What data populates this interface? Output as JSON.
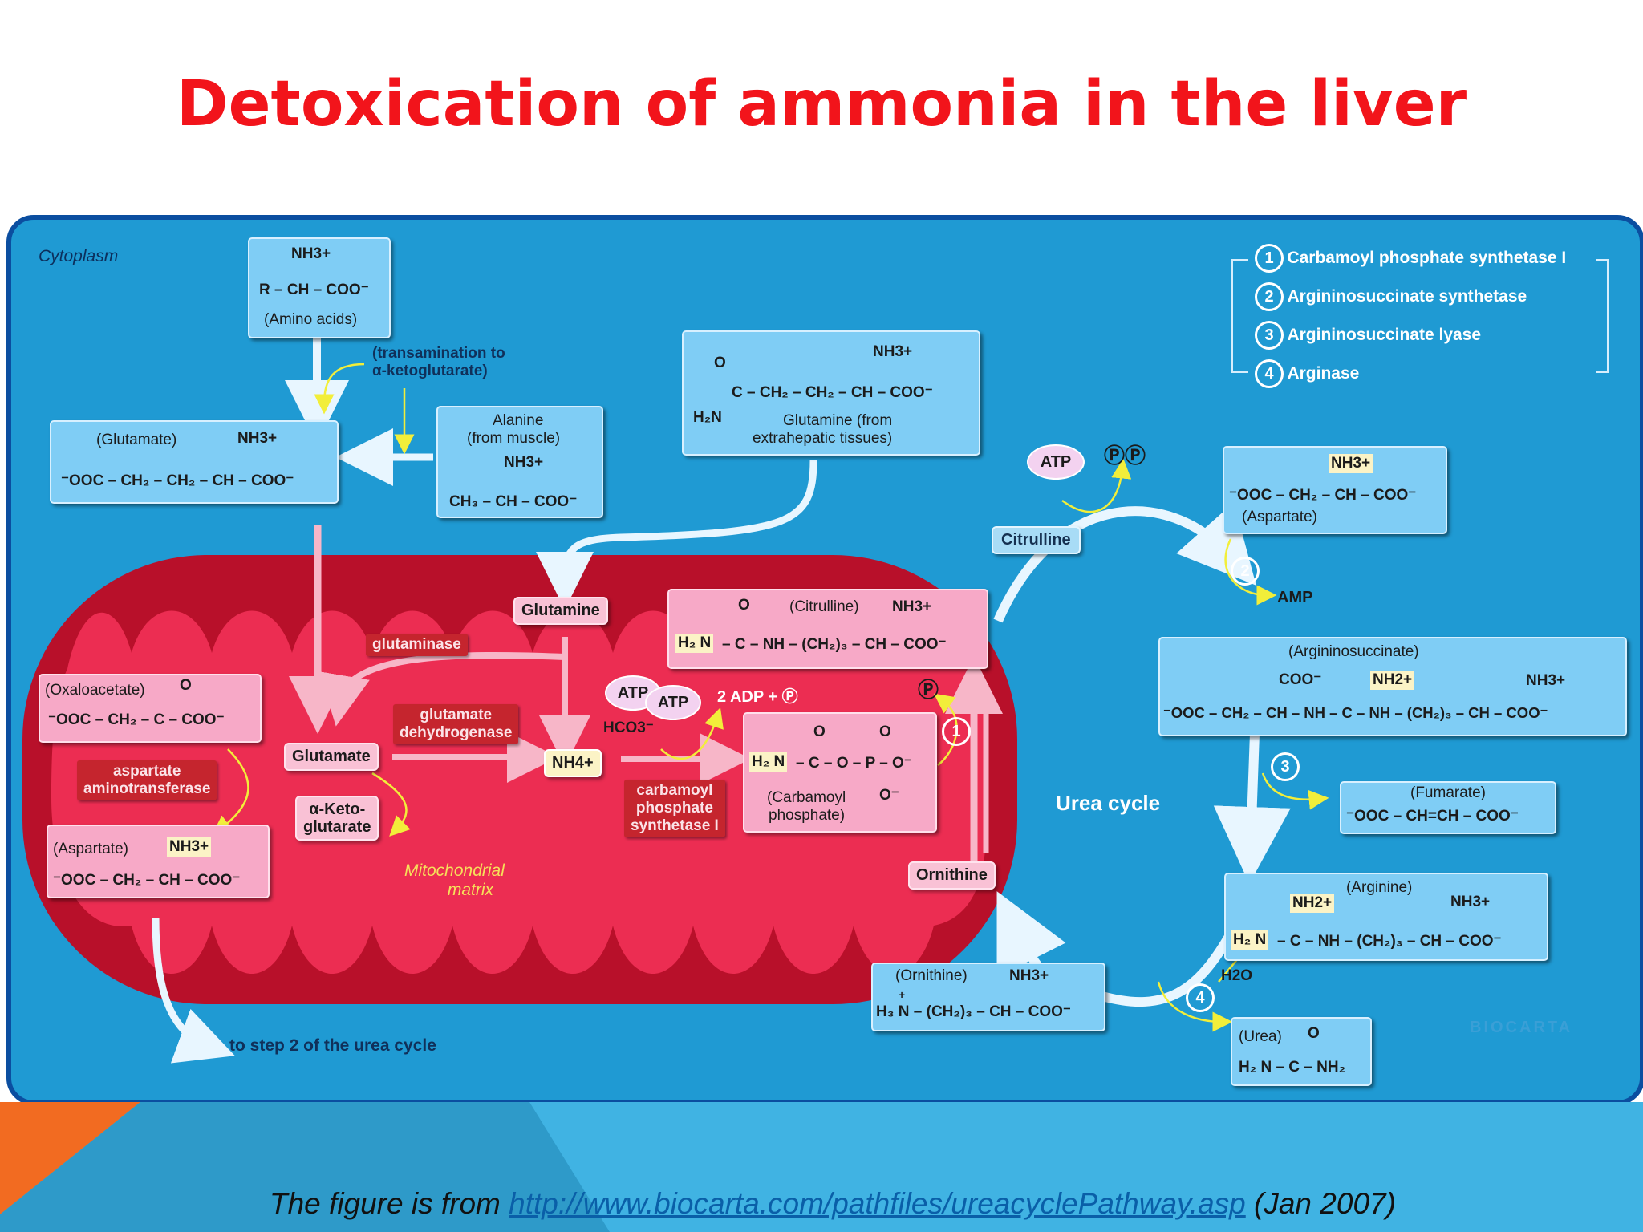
{
  "title": "Detoxication of ammonia in the liver",
  "colors": {
    "title": "#f2141b",
    "cytoplasm": "#1f9ad3",
    "mitochondrion": "#e8234a",
    "border": "#0b4ea0",
    "orange_accent": "#f26b21"
  },
  "diagram": {
    "cytoplasm_label": "Cytoplasm",
    "matrix_label_1": "Mitochondrial",
    "matrix_label_2": "matrix",
    "urea_cycle_label": "Urea cycle",
    "transamination_note_1": "(transamination to",
    "transamination_note_2": "α-ketoglutarate)",
    "to_step2": "to step 2 of the urea cycle",
    "watermark": "BIOCARTA",
    "legend": [
      {
        "num": "1",
        "name": "Carbamoyl phosphate synthetase I"
      },
      {
        "num": "2",
        "name": "Argininosuccinate synthetase"
      },
      {
        "num": "3",
        "name": "Argininosuccinate lyase"
      },
      {
        "num": "4",
        "name": "Arginase"
      }
    ],
    "amino_acids": {
      "nh3": "NH3+",
      "formula": "R – CH – COO⁻",
      "name": "(Amino acids)"
    },
    "glutamate_box": {
      "name": "(Glutamate)",
      "nh3": "NH3+",
      "formula": "⁻OOC – CH₂ – CH₂ – CH – COO⁻"
    },
    "alanine": {
      "name1": "Alanine",
      "name2": "(from muscle)",
      "nh3": "NH3+",
      "formula": "CH₃ – CH – COO⁻"
    },
    "glutamine_box": {
      "o": "O",
      "nh3": "NH3+",
      "formula": "C – CH₂ – CH₂ – CH – COO⁻",
      "h2n": "H₂N",
      "name1": "Glutamine (from",
      "name2": "extrahepatic tissues)"
    },
    "citrulline_box": {
      "o": "O",
      "name": "(Citrulline)",
      "nh3": "NH3+",
      "h2n": "H₂ N",
      "formula": "– C – NH – (CH₂)₃ – CH – COO⁻"
    },
    "oxaloacetate": {
      "name": "(Oxaloacetate)",
      "o": "O",
      "formula": "⁻OOC – CH₂ – C – COO⁻"
    },
    "aspartate_mito": {
      "name": "(Aspartate)",
      "nh3": "NH3+",
      "formula": "⁻OOC – CH₂ – CH – COO⁻"
    },
    "carbamoyl_box": {
      "o1": "O",
      "o2": "O",
      "h2n": "H₂ N",
      "formula": "– C – O – P – O⁻",
      "o3": "O⁻",
      "name1": "(Carbamoyl",
      "name2": "phosphate)"
    },
    "aspartate_cyto": {
      "nh3": "NH3+",
      "formula": "⁻OOC – CH₂ – CH – COO⁻",
      "name": "(Aspartate)"
    },
    "argininosuccinate": {
      "name": "(Argininosuccinate)",
      "coo": "COO⁻",
      "nh2": "NH2+",
      "nh3": "NH3+",
      "formula": "⁻OOC – CH₂ – CH – NH – C – NH – (CH₂)₃ – CH – COO⁻"
    },
    "fumarate": {
      "name": "(Fumarate)",
      "formula": "⁻OOC – CH=CH – COO⁻"
    },
    "arginine": {
      "name": "(Arginine)",
      "nh2": "NH2+",
      "nh3": "NH3+",
      "h2n": "H₂ N",
      "formula": "– C – NH – (CH₂)₃ – CH – COO⁻"
    },
    "ornithine_box": {
      "name": "(Ornithine)",
      "nh3": "NH3+",
      "formula": "H₃ N – (CH₂)₃ – CH – COO⁻",
      "plus": "+"
    },
    "urea": {
      "name": "(Urea)",
      "o": "O",
      "formula": "H₂ N – C – NH₂"
    },
    "labels": {
      "glutamine": "Glutamine",
      "glutamate": "Glutamate",
      "aketo1": "α-Keto-",
      "aketo2": "glutarate",
      "nh4": "NH4+",
      "citrulline": "Citrulline",
      "ornithine": "Ornithine",
      "atp1": "ATP",
      "atp2": "ATP",
      "atp3": "ATP",
      "two_adp": "2 ADP + Ⓟ",
      "hco3": "HCO3⁻",
      "amp": "AMP",
      "h2o": "H2O",
      "pp": "ⓅⓅ",
      "p_circ": "Ⓟ"
    },
    "enzymes": {
      "glutaminase": "glutaminase",
      "gdh1": "glutamate",
      "gdh2": "dehydrogenase",
      "ast1": "aspartate",
      "ast2": "aminotransferase",
      "cps1": "carbamoyl",
      "cps2": "phosphate",
      "cps3": "synthetase I"
    },
    "step_nums": {
      "s1": "1",
      "s2": "2",
      "s3": "3",
      "s4": "4"
    }
  },
  "caption": {
    "prefix": "The figure is from ",
    "link": "http://www.biocarta.com/pathfiles/ureacyclePathway.asp",
    "suffix": " (Jan 2007)"
  }
}
